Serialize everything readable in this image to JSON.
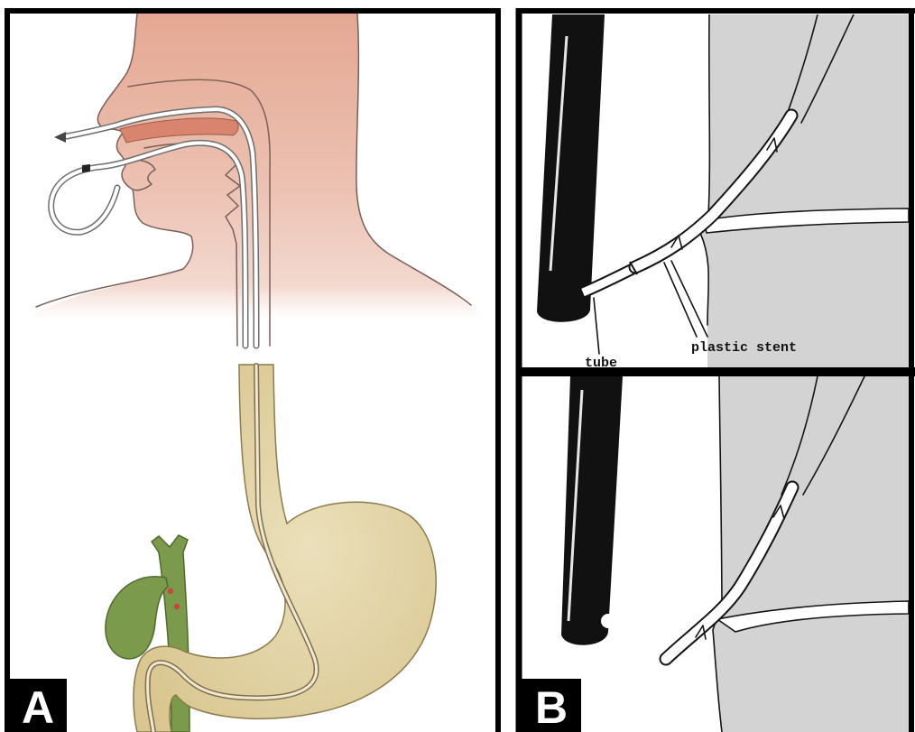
{
  "panel_a": {
    "label": "A"
  },
  "panel_b": {
    "label": "B",
    "callouts": {
      "tube": "tube",
      "stent": "plastic stent"
    }
  },
  "colors": {
    "skin_top": "#e4a892",
    "skin_bottom": "#f5e0d8",
    "palate": "#d8846f",
    "stomach": "#d9c690",
    "stomach_outline": "#8c7b4e",
    "biliary": "#7c9a4b",
    "stone": "#c8463a",
    "duodenal_wall": "#d3d3d3",
    "endoscope": "#111111",
    "label_box": "#000000"
  }
}
